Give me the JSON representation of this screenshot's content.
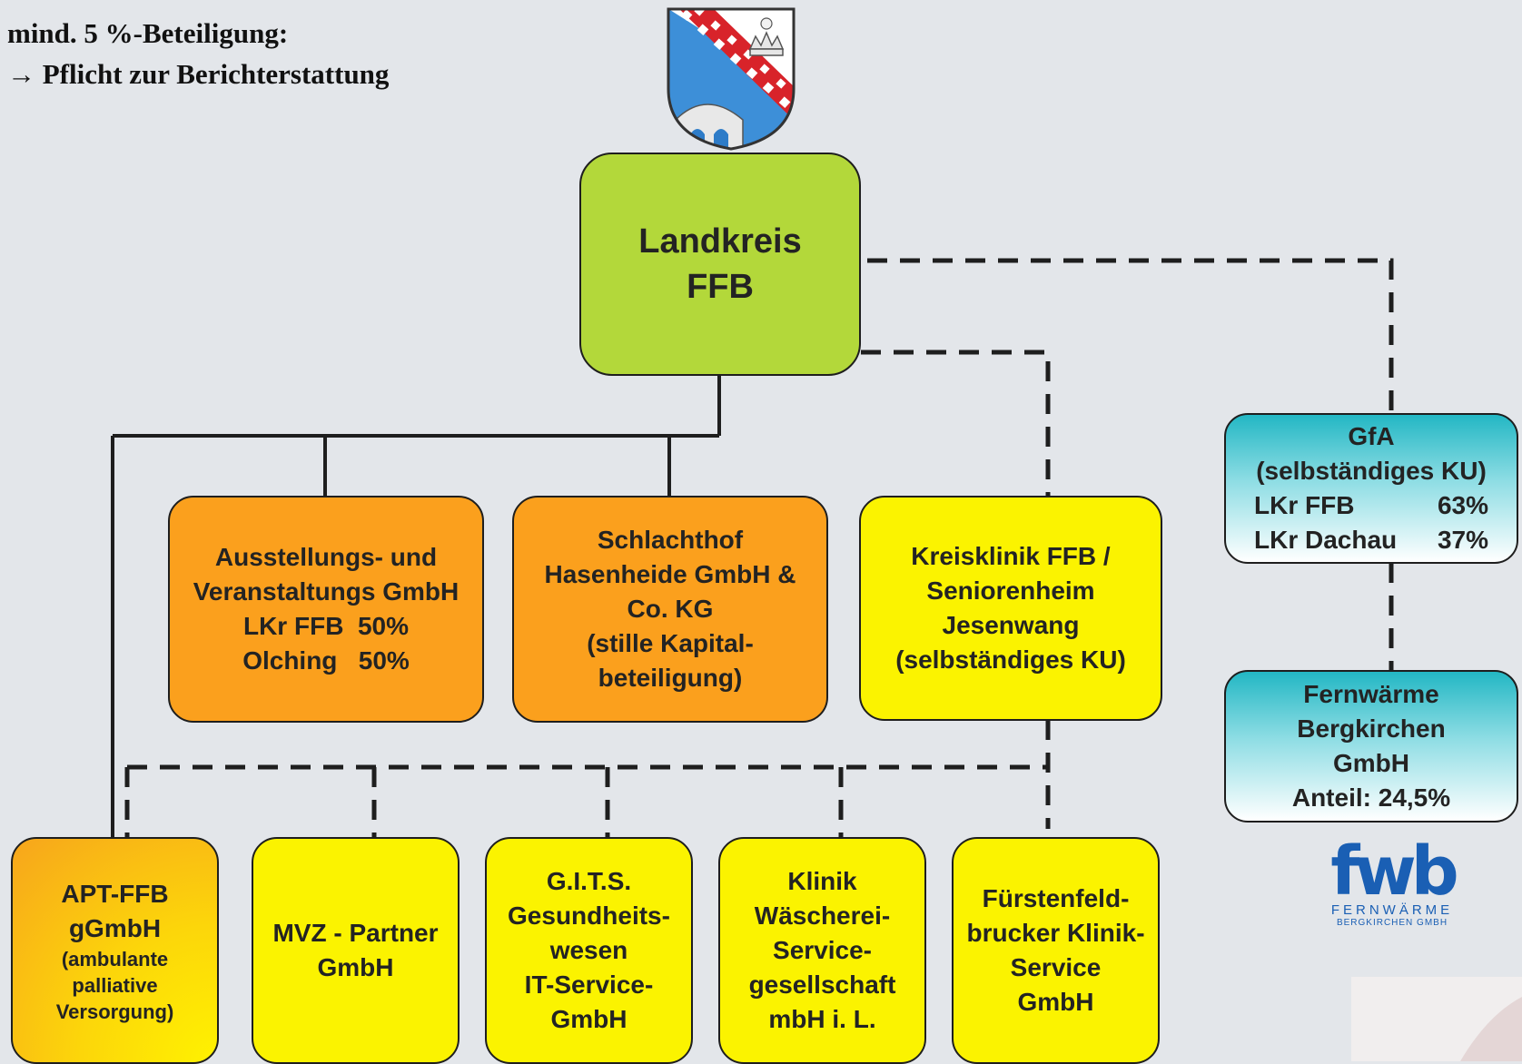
{
  "header": {
    "line1": "mind. 5 %-Beteiligung:",
    "line2": "→ Pflicht zur Berichterstattung"
  },
  "root": {
    "lines": [
      "Landkreis",
      "FFB"
    ]
  },
  "level1": [
    {
      "id": "ausstellung",
      "lines": [
        "Ausstellungs- und",
        "Veranstaltungs GmbH",
        "LKr FFB  50%",
        "Olching   50%"
      ]
    },
    {
      "id": "schlachthof",
      "lines": [
        "Schlachthof",
        "Hasenheide GmbH &",
        "Co. KG",
        "(stille Kapital-",
        "beteiligung)"
      ]
    },
    {
      "id": "kreisklinik",
      "lines": [
        "Kreisklinik FFB /",
        "Seniorenheim",
        "Jesenwang",
        "(selbständiges KU)"
      ]
    }
  ],
  "gfa": {
    "lines": [
      "GfA",
      "(selbständiges KU)"
    ],
    "rows": [
      {
        "name": "LKr FFB",
        "share": "63%"
      },
      {
        "name": "LKr Dachau",
        "share": "37%"
      }
    ]
  },
  "fernwaerme": {
    "lines": [
      "Fernwärme",
      "Bergkirchen",
      "GmbH",
      "Anteil: 24,5%"
    ]
  },
  "level2": [
    {
      "id": "apt",
      "lines": [
        "APT-FFB",
        "gGmbH"
      ],
      "small": [
        "(ambulante",
        "palliative",
        "Versorgung)"
      ]
    },
    {
      "id": "mvz",
      "lines": [
        "MVZ - Partner",
        "GmbH"
      ],
      "small": []
    },
    {
      "id": "gits",
      "lines": [
        "G.I.T.S.",
        "Gesundheits-",
        "wesen",
        "IT-Service-",
        "GmbH"
      ],
      "small": []
    },
    {
      "id": "waescherei",
      "lines": [
        "Klinik",
        "Wäscherei-",
        "Service-",
        "gesellschaft",
        "mbH i. L."
      ],
      "small": []
    },
    {
      "id": "klinikservice",
      "lines": [
        "Fürstenfeld-",
        "brucker Klinik-",
        "Service",
        "GmbH"
      ],
      "small": []
    }
  ],
  "logo": {
    "mark": "fwb",
    "line1": "FERNWÄRME",
    "line2": "BERGKIRCHEN GMBH"
  },
  "colors": {
    "root": "#b3d83a",
    "orange": "#fba01d",
    "yellow": "#fbf300",
    "teal": "#23b7c4",
    "line": "#1e1e1e",
    "background": "#e3e6ea",
    "logo": "#1a5fb4"
  }
}
